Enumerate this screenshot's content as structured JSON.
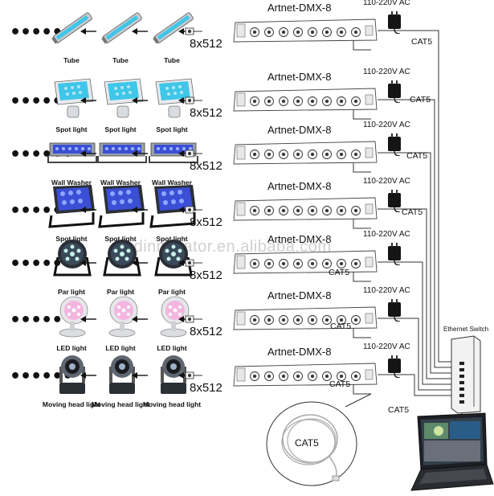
{
  "rows": [
    {
      "label": "Tube",
      "type": "tube",
      "model": "Artnet-DMX-8",
      "channels": "8x512",
      "power": "110-220V AC",
      "cable": "CAT5"
    },
    {
      "label": "Spot light",
      "type": "spot",
      "model": "Artnet-DMX-8",
      "channels": "8x512",
      "power": "110-220V AC",
      "cable": "CAT5"
    },
    {
      "label": "Wall Washer",
      "type": "wallwasher",
      "model": "Artnet-DMX-8",
      "channels": "8x512",
      "power": "110-220V AC",
      "cable": "CAT5"
    },
    {
      "label": "Spot light",
      "type": "floodspot",
      "model": "Artnet-DMX-8",
      "channels": "8x512",
      "power": "110-220V AC",
      "cable": "CAT5"
    },
    {
      "label": "Par light",
      "type": "par",
      "model": "Artnet-DMX-8",
      "channels": "8x512",
      "power": "110-220V AC",
      "cable": "CAT5"
    },
    {
      "label": "LED light",
      "type": "led",
      "model": "Artnet-DMX-8",
      "channels": "8x512",
      "power": "110-220V AC",
      "cable": "CAT5"
    },
    {
      "label": "Moving head light",
      "type": "moving",
      "model": "Artnet-DMX-8",
      "channels": "8x512",
      "power": "110-220V AC",
      "cable": "CAT5"
    }
  ],
  "dots": "••••••",
  "switch_label": "Ethernet Switch",
  "cat_bottom": "CAT5",
  "coil_label": "CAT5",
  "watermark": "ledinnovator.en.alibaba.com",
  "colors": {
    "led_blue": "#3b4fd6",
    "led_cyan": "#3fc6e8",
    "fixture_gray": "#9aa0a8",
    "fixture_dark": "#2b2f36",
    "wire": "#333333"
  }
}
